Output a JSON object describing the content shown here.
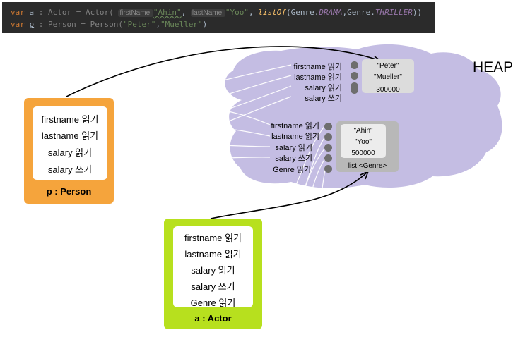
{
  "code": {
    "line1": {
      "kw": "var",
      "name": "a",
      "type": " : Actor = Actor(",
      "hint1": "firstName:",
      "arg1": "\"Ahin\"",
      "sep1": ", ",
      "hint2": "lastName:",
      "arg2": "\"Yoo\"",
      "sep2": ", ",
      "fn": "listOf",
      "p1": "(Genre.",
      "c1": "DRAMA",
      "p2": ",Genre.",
      "c2": "THRILLER",
      "p3": "))"
    },
    "line2": {
      "kw": "var",
      "name": "p",
      "rest": " : Person = Person(",
      "arg1": "\"Peter\"",
      "comma": ",",
      "arg2": "\"Mueller\"",
      "close": ")"
    }
  },
  "heap": {
    "title": "HEAP",
    "object1": {
      "labels": [
        "firstname 읽기",
        "lastname 읽기",
        "salary 읽기",
        "salary 쓰기"
      ],
      "values": [
        "\"Peter\"",
        "\"Mueller\"",
        "300000"
      ]
    },
    "object2": {
      "labels": [
        "firstname 읽기",
        "lastname 읽기",
        "salary 읽기",
        "salary 쓰기",
        "Genre 읽기"
      ],
      "values": [
        "\"Ahin\"",
        "\"Yoo\"",
        "500000"
      ],
      "list_label": "list <Genre>"
    }
  },
  "person_card": {
    "rows": [
      "firstname 읽기",
      "lastname 읽기",
      "salary 읽기",
      "salary 쓰기"
    ],
    "caption": "p : Person",
    "color": "#f5a43c"
  },
  "actor_card": {
    "rows": [
      "firstname 읽기",
      "lastname 읽기",
      "salary 읽기",
      "salary 쓰기",
      "Genre 읽기"
    ],
    "caption": "a : Actor",
    "color": "#b7e01e"
  },
  "colors": {
    "heap_fill": "#c4bde3",
    "code_bg": "#2b2b2b"
  }
}
